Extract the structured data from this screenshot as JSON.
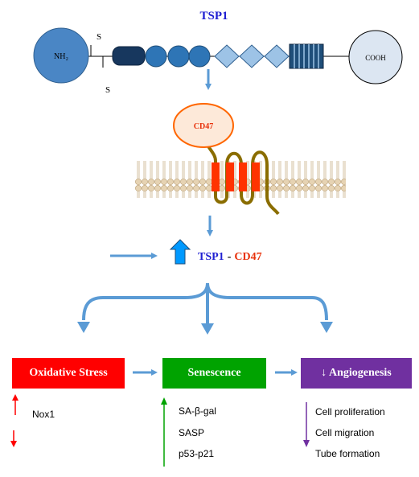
{
  "protein": {
    "title": "TSP1",
    "n_terminus": "NH₂",
    "c_terminus": "COOH",
    "disulfide_top": "S",
    "disulfide_bottom": "S"
  },
  "receptor": {
    "label": "CD47"
  },
  "complex": {
    "left": "TSP1",
    "dash": "-",
    "right": "CD47"
  },
  "boxes": {
    "oxidative": {
      "label": "Oxidative Stress",
      "color": "#ff0000"
    },
    "senescence": {
      "label": "Senescence",
      "color": "#00a300"
    },
    "angiogenesis": {
      "label": "↓ Angiogenesis",
      "color": "#7030a0"
    }
  },
  "markers": {
    "oxidative": [
      "Nox1"
    ],
    "senescence": [
      "SA-β-gal",
      "SASP",
      "p53-p21"
    ],
    "angiogenesis": [
      "Cell proliferation",
      "Cell migration",
      "Tube formation"
    ]
  },
  "colors": {
    "arrow": "#5b9bd5",
    "n_domain": "#4a86c5",
    "c_domain": "#dce6f2",
    "tsp_title": "#1f1fd2",
    "cd47_text": "#e8320c",
    "membrane": "#e6d3b3"
  }
}
